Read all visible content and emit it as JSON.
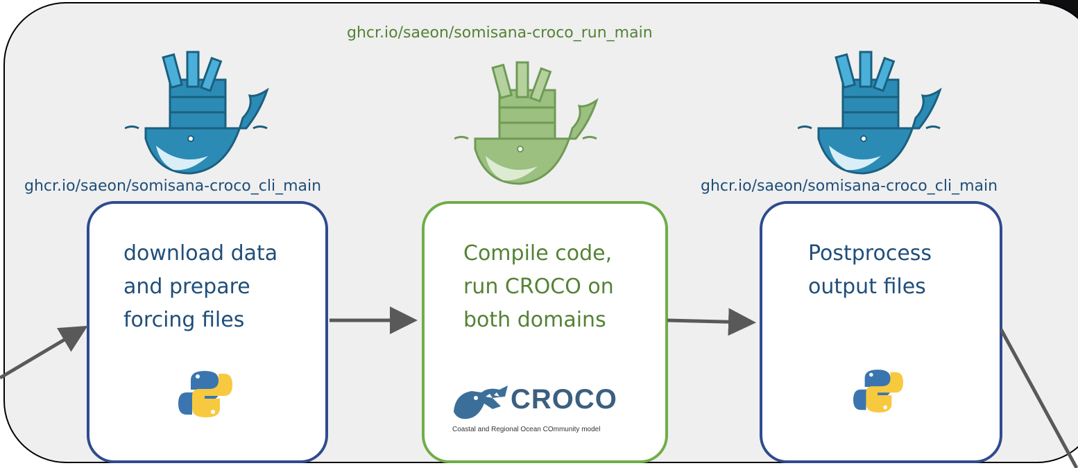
{
  "images": {
    "left": "ghcr.io/saeon/somisana-croco_cli_main",
    "center": "ghcr.io/saeon/somisana-croco_run_main",
    "right": "ghcr.io/saeon/somisana-croco_cli_main"
  },
  "steps": [
    {
      "lines": [
        "download data",
        "and prepare",
        "forcing files"
      ],
      "icon": "python-logo"
    },
    {
      "lines": [
        "Compile code,",
        "run CROCO on",
        "both domains"
      ],
      "icon": "croco-logo"
    },
    {
      "lines": [
        "Postprocess",
        "output files"
      ],
      "icon": "python-logo"
    }
  ],
  "croco_logo": {
    "wordmark": "CROCO",
    "subtitle": "Coastal and Regional Ocean COmmunity model"
  },
  "colors": {
    "blue_box": "#2f4b8f",
    "green_box": "#70ad47",
    "blue_text": "#1f4e79",
    "green_text": "#548235",
    "background": "#efefef",
    "arrow": "#595959"
  }
}
